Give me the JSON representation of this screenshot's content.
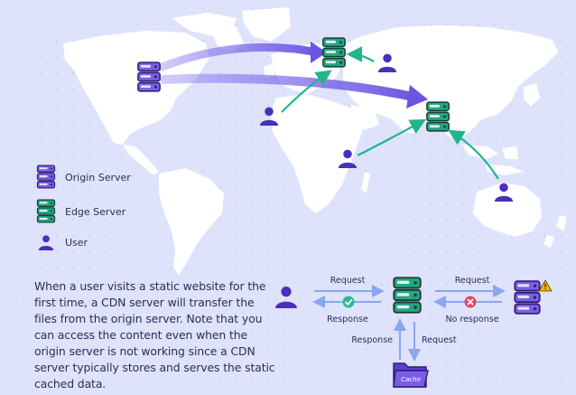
{
  "legend": {
    "origin": "Origin Server",
    "edge": "Edge Server",
    "user": "User"
  },
  "description": "When a user visits a static website for the first time, a CDN server will transfer the files from the origin server. Note that you can access the content even when the origin server is not working since a CDN server typically stores and serves the static cached data.",
  "flow": {
    "request_left": "Request",
    "response_left": "Response",
    "request_right": "Request",
    "no_response": "No response",
    "response_down": "Response",
    "request_down": "Request",
    "cache": "Cache"
  },
  "colors": {
    "background": "#dfe2fb",
    "map": "#ffffff",
    "origin": "#6b4fd8",
    "edge": "#1e9e7e",
    "user": "#4a2fb8",
    "arrow_teal": "#22b58c",
    "ok": "#2dbb8f",
    "fail": "#e0455e",
    "warning": "#f4b400"
  },
  "icons": [
    "origin-server-icon",
    "edge-server-icon",
    "user-icon",
    "check-icon",
    "x-icon",
    "warning-icon",
    "folder-icon"
  ]
}
